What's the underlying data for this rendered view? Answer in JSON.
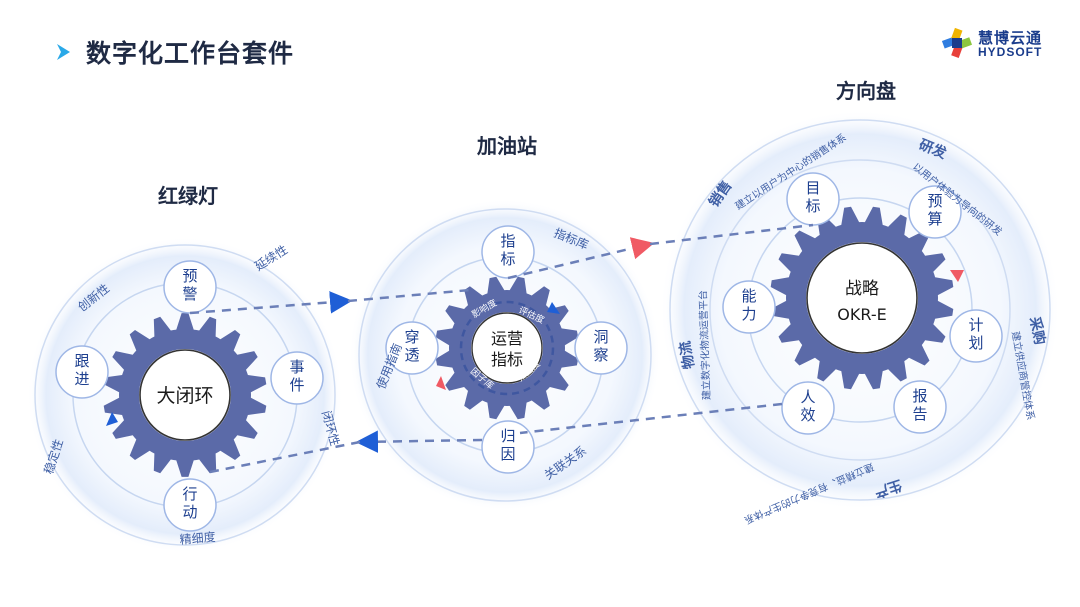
{
  "page": {
    "title": "数字化工作台套件",
    "logo_cn": "慧博云通",
    "logo_en": "HYDSOFT"
  },
  "colors": {
    "gear": "#5b6aa8",
    "dash": "#6b7fb8",
    "arrow_blue": "#1f5fd6",
    "arrow_red": "#f05a64",
    "node_text": "#1d3f8f",
    "ring_text": "#3f5fa5",
    "title_text": "#1f2a44",
    "accent": "#2aa9e8"
  },
  "clusters": [
    {
      "id": "left",
      "title": "红绿灯",
      "center": "大闭环",
      "nodes": [
        "预警",
        "事件",
        "行动",
        "跟进"
      ],
      "ring_labels": [
        "延续性",
        "闭环性",
        "精细度",
        "稳定性",
        "创新性"
      ]
    },
    {
      "id": "middle",
      "title": "加油站",
      "center": "运营指标",
      "nodes": [
        "指标",
        "洞察",
        "归因",
        "穿透"
      ],
      "ring_labels": [
        "指标库",
        "关联关系",
        "使用指南"
      ],
      "inner_labels": [
        "影响度",
        "评估度",
        "归因度",
        "因子库"
      ]
    },
    {
      "id": "right",
      "title": "方向盘",
      "center": "战略",
      "center_sub": "OKR-E",
      "nodes": [
        "目标",
        "预算",
        "计划",
        "报告",
        "人效",
        "能力"
      ],
      "ring_labels": [
        "销售",
        "建立以用户为中心的销售体系",
        "研发",
        "以用户体验为导向的研发",
        "采购",
        "建立供应商管控体系",
        "生产",
        "建立精益、有竞争力的生产体系",
        "物流",
        "建立数字化物流运营平台"
      ]
    }
  ]
}
